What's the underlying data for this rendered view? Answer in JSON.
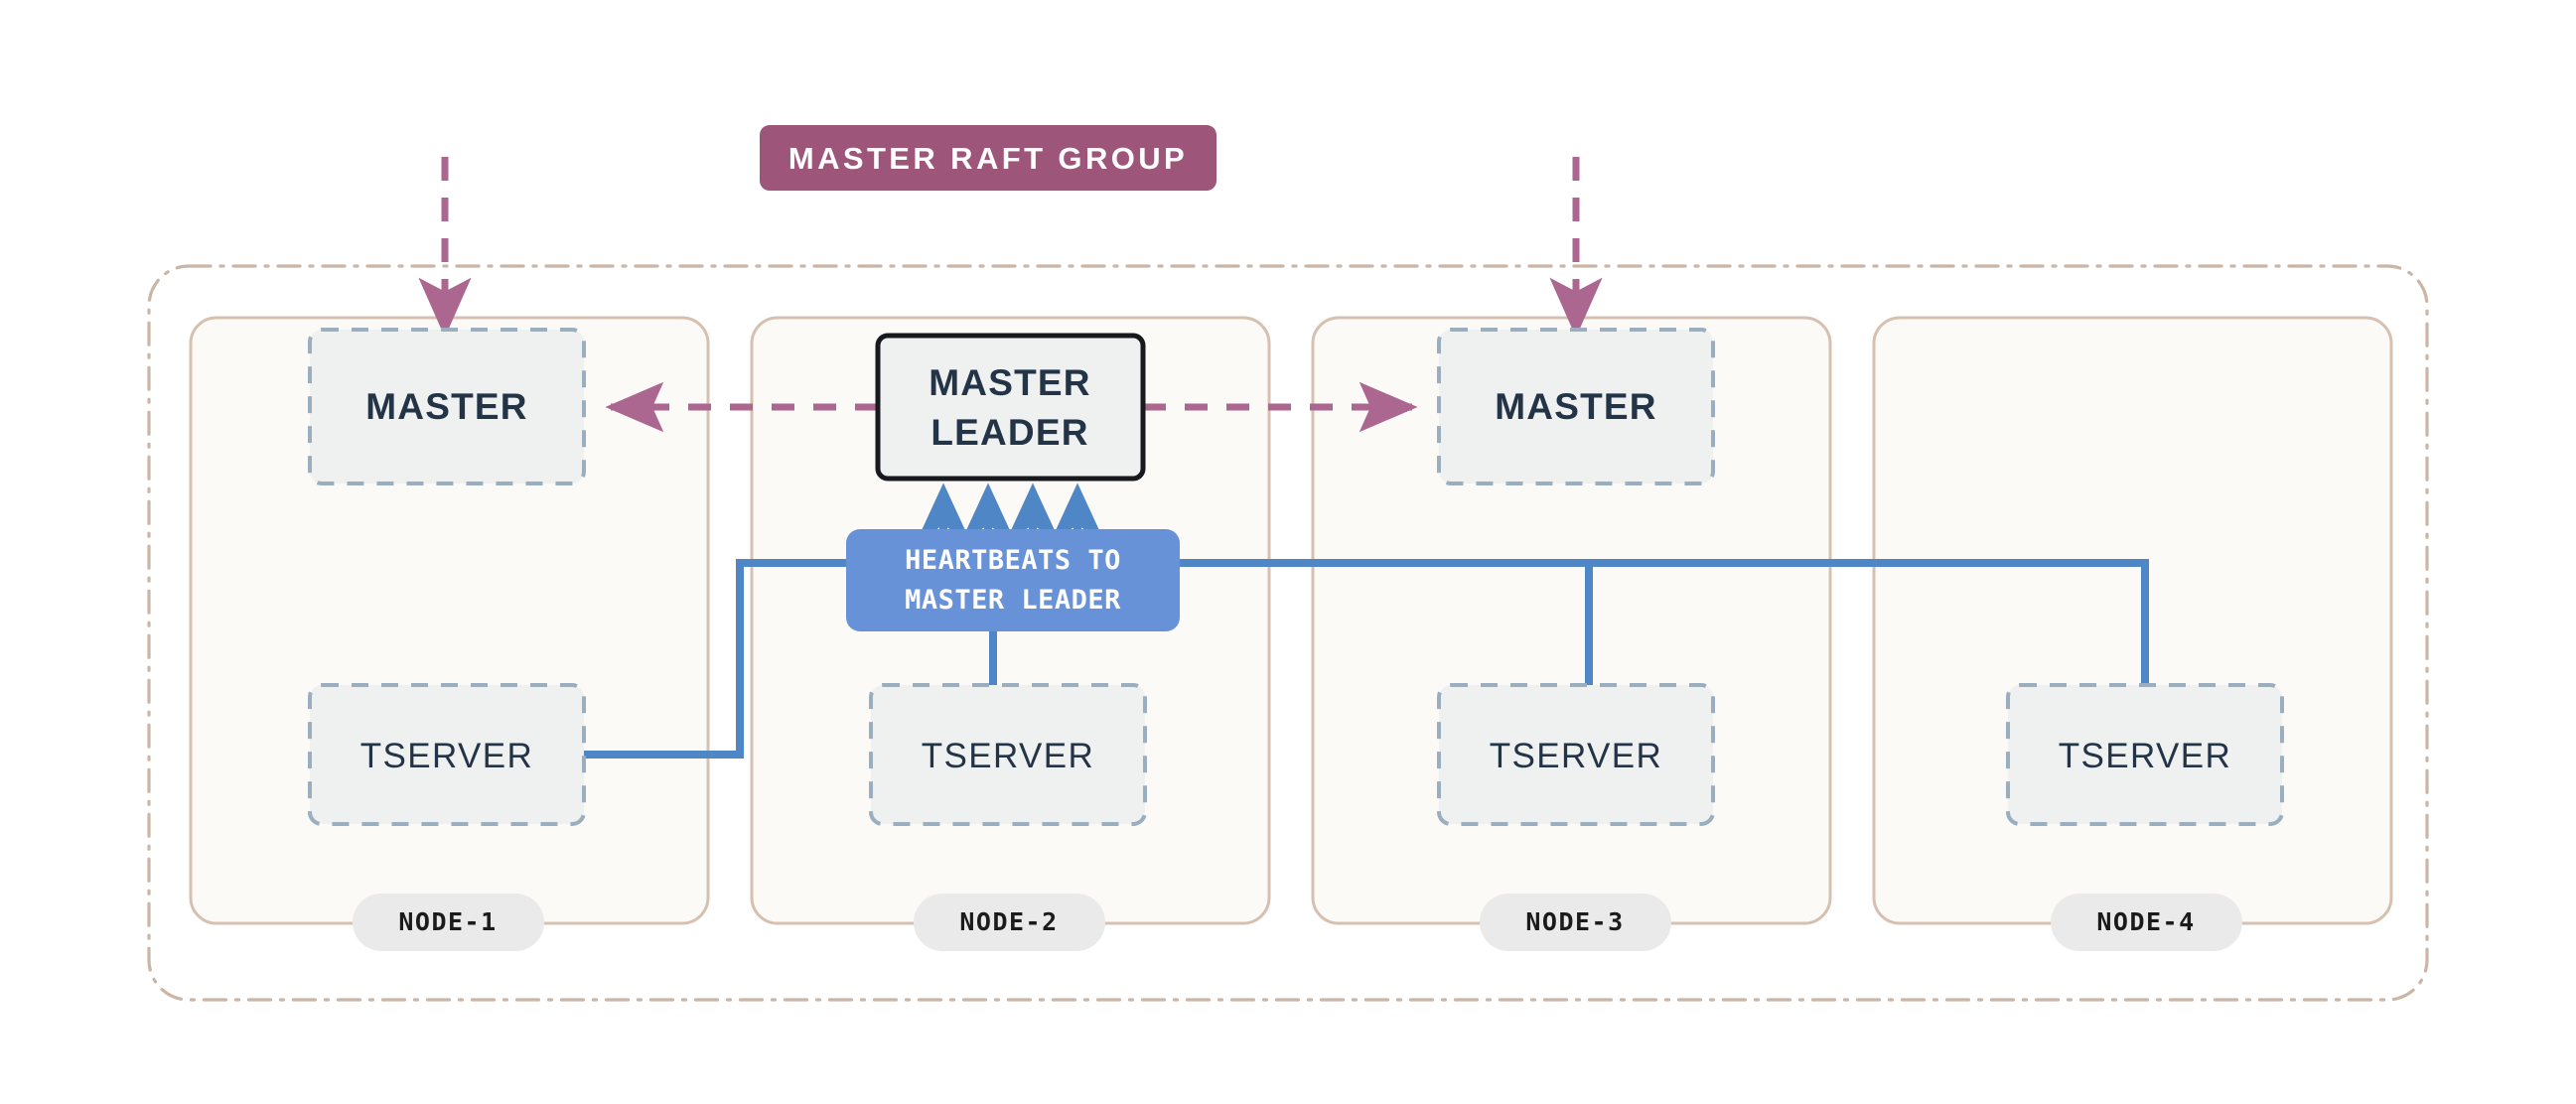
{
  "diagram": {
    "title_band": {
      "label": "MASTER RAFT GROUP",
      "fill": "#9d5579",
      "text_color": "#ffffff"
    },
    "heartbeat_badge": {
      "line1": "HEARTBEATS TO",
      "line2": "MASTER LEADER",
      "fill": "#6892d8",
      "text_color": "#ffffff"
    },
    "master_leader": {
      "line1": "MASTER",
      "line2": "LEADER",
      "fill": "#eff1f1",
      "border_color": "#17191c",
      "text_color": "#243447"
    },
    "nodes": [
      {
        "label": "NODE-1",
        "master": "MASTER",
        "has_master": true,
        "is_leader": false,
        "tserver": "TSERVER"
      },
      {
        "label": "NODE-2",
        "master": "MASTER LEADER",
        "has_master": true,
        "is_leader": true,
        "tserver": "TSERVER"
      },
      {
        "label": "NODE-3",
        "master": "MASTER",
        "has_master": true,
        "is_leader": false,
        "tserver": "TSERVER"
      },
      {
        "label": "NODE-4",
        "master": "",
        "has_master": false,
        "is_leader": false,
        "tserver": "TSERVER"
      }
    ],
    "colors": {
      "cluster_border": "#cbb5a4",
      "node_border": "#d6c0b0",
      "node_fill": "#fcfaf7",
      "service_fill": "#eff1f1",
      "service_border": "#9aaec0",
      "raft_link": "#ab6790",
      "heartbeat_link": "#4f86c6",
      "node_badge_fill": "#eaeaea",
      "background": "#ffffff"
    }
  }
}
